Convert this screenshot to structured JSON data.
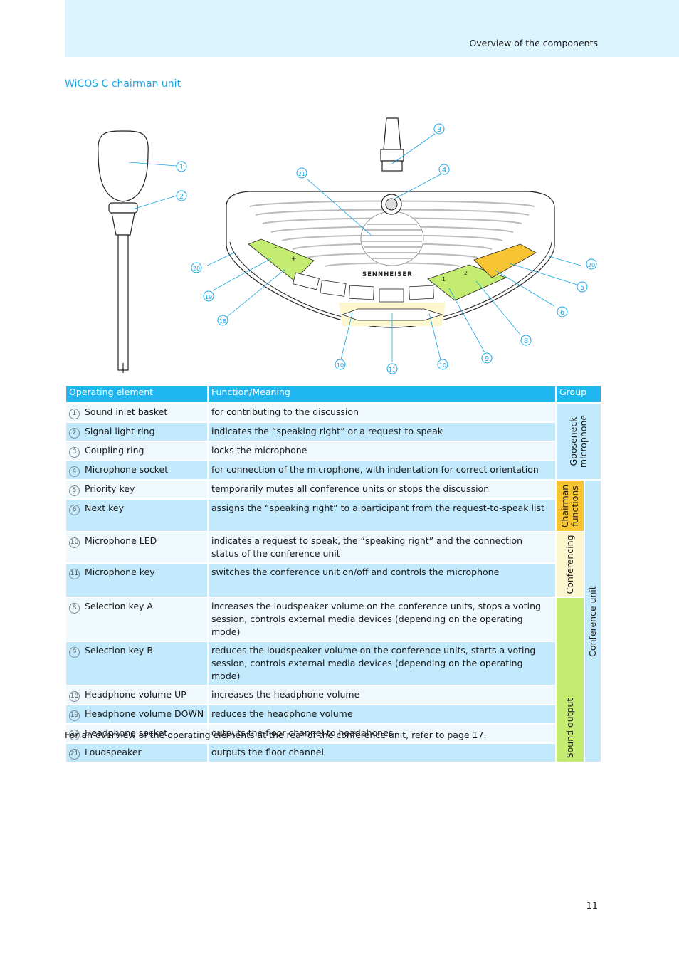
{
  "header": {
    "section": "Overview of the components"
  },
  "title": "WiCOS C chairman unit",
  "figure": {
    "brand": "SENNHEISER",
    "key_labels": {
      "minus": "–",
      "plus": "+",
      "one": "1",
      "two": "2"
    },
    "callouts": [
      "1",
      "2",
      "3",
      "4",
      "21",
      "20",
      "19",
      "18",
      "20",
      "5",
      "6",
      "8",
      "9",
      "10",
      "11",
      "10"
    ]
  },
  "table": {
    "headers": [
      "Operating element",
      "Function/Meaning",
      "Group"
    ],
    "rows": [
      {
        "num": "1",
        "element": "Sound inlet basket",
        "function": "for contributing to the discussion"
      },
      {
        "num": "2",
        "element": "Signal light ring",
        "function": "indicates the “speaking right” or a request to speak"
      },
      {
        "num": "3",
        "element": "Coupling ring",
        "function": "locks the microphone"
      },
      {
        "num": "4",
        "element": "Microphone socket",
        "function": "for connection of the microphone, with indentation for correct orientation"
      },
      {
        "num": "5",
        "element": "Priority key",
        "function": "temporarily mutes all conference units or stops the discussion"
      },
      {
        "num": "6",
        "element": "Next key",
        "function": "assigns the “speaking right” to a participant from the request-to-speak list"
      },
      {
        "num": "10",
        "element": "Microphone LED",
        "function": "indicates a request to speak, the “speaking right” and the connection status of the conference unit"
      },
      {
        "num": "11",
        "element": "Microphone key",
        "function": "switches the conference unit on/off and controls the microphone"
      },
      {
        "num": "8",
        "element": "Selection key A",
        "function": "increases the loudspeaker volume on the conference units, stops a voting session, controls external media devices (depending on the operating mode)"
      },
      {
        "num": "9",
        "element": "Selection key B",
        "function": "reduces the loudspeaker volume on the conference units, starts a voting session, controls external media devices (depending on the operating mode)"
      },
      {
        "num": "18",
        "element": "Headphone volume UP",
        "function": "increases the headphone volume"
      },
      {
        "num": "19",
        "element": "Headphone volume DOWN",
        "function": "reduces the headphone volume"
      },
      {
        "num": "20",
        "element": "Headphone socket",
        "function": "outputs the floor channel to headphones"
      },
      {
        "num": "21",
        "element": "Loudspeaker",
        "function": "outputs the floor channel"
      }
    ],
    "groups": {
      "gooseneck_line1": "Gooseneck",
      "gooseneck_line2": "microphone",
      "chairman_line1": "Chairman",
      "chairman_line2": "functions",
      "conferencing": "Conferencing",
      "sound_output": "Sound output",
      "conference_unit": "Conference unit"
    },
    "colors": {
      "header": "#1fb7f2",
      "row_light": "#eef8fd",
      "row_dark": "#c2e9fc",
      "chairman": "#f7c433",
      "conferencing": "#fcf7cf",
      "sound_output": "#c4ec70"
    }
  },
  "footnote": "For an overview of the operating elements at the rear of the conference unit, refer to page 17.",
  "page_number": "11"
}
